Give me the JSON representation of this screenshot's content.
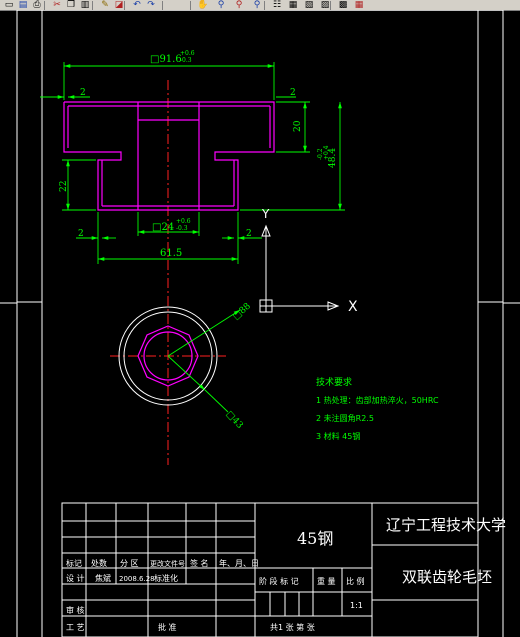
{
  "toolbar": {
    "buttons": [
      {
        "icon": "open-icon",
        "glyph": "▭"
      },
      {
        "icon": "save-icon",
        "glyph": "▤"
      },
      {
        "icon": "print-icon",
        "glyph": "⎙"
      },
      {
        "icon": "cut-icon",
        "glyph": "✂"
      },
      {
        "icon": "copy-icon",
        "glyph": "❐"
      },
      {
        "icon": "paste-icon",
        "glyph": "▥"
      },
      {
        "icon": "match-prop-icon",
        "glyph": "✎"
      },
      {
        "icon": "brush-icon",
        "glyph": "◪"
      },
      {
        "icon": "undo-icon",
        "glyph": "↶"
      },
      {
        "icon": "redo-icon",
        "glyph": "↷"
      },
      {
        "icon": "pan-icon",
        "glyph": "✋"
      },
      {
        "icon": "zoom-realtime-icon",
        "glyph": "⚲"
      },
      {
        "icon": "zoom-window-icon",
        "glyph": "⚲"
      },
      {
        "icon": "zoom-previous-icon",
        "glyph": "⚲"
      },
      {
        "icon": "properties-icon",
        "glyph": "☷"
      },
      {
        "icon": "design-center-icon",
        "glyph": "▦"
      },
      {
        "icon": "tool-palette-icon",
        "glyph": "▧"
      },
      {
        "icon": "markup-icon",
        "glyph": "▨"
      },
      {
        "icon": "calculator-icon",
        "glyph": "▩"
      },
      {
        "icon": "help-icon",
        "glyph": "▦"
      }
    ]
  },
  "drawing": {
    "dims": {
      "top_width": "□91.6",
      "top_width_tol_upper": "+0.6",
      "top_width_tol_lower": "-0.3",
      "left_step": "2",
      "right_step": "2",
      "flange_height": "20",
      "total_height": "48.4",
      "total_height_tol": "+0.4\n-0.2",
      "hub_height": "22",
      "bore": "□24",
      "bore_tol_upper": "+0.6",
      "bore_tol_lower": "-0.3",
      "bottom_left_step": "2",
      "bottom_right_step": "2",
      "bottom_width": "61.5",
      "circle_dia_outer": "□88",
      "circle_dia_inner": "□43"
    },
    "ucs": {
      "y_label": "Y",
      "x_label": "X"
    },
    "tech_req": {
      "title": "技术要求",
      "items": [
        "1 热处理：齿部加热淬火，50HRC",
        "2 未注圆角R2.5",
        "3 材料 45钢"
      ]
    }
  },
  "title_block": {
    "material": "45钢",
    "school": "辽宁工程技术大学",
    "part_name": "双联齿轮毛坯",
    "header_cells": [
      "标记",
      "处数",
      "分 区",
      "更改文件号",
      "签 名",
      "年、月、日"
    ],
    "design_row": [
      "设 计",
      "焦斌",
      "2008.6.28",
      "标准化"
    ],
    "stage_cells": [
      "阶 段 标 记",
      "重 量",
      "比 例"
    ],
    "scale": "1:1",
    "review_label": "审 核",
    "craft_label": "工 艺",
    "approve_label": "批 准",
    "sheet_info": "共1  张 第  张"
  }
}
